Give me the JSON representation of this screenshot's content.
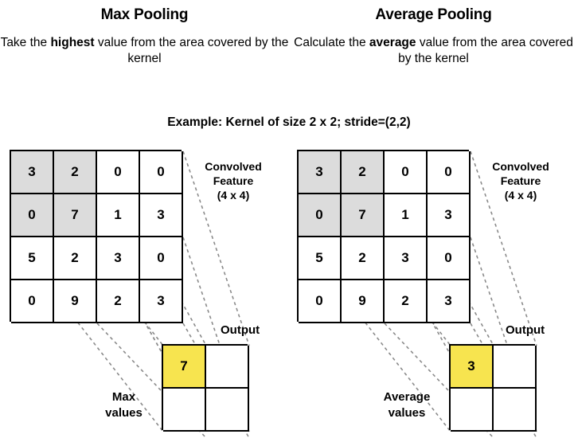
{
  "panels": [
    {
      "id": "max-pooling",
      "title": "Max Pooling",
      "desc_pre": "Take the ",
      "desc_bold": "highest",
      "desc_post": " value from the area covered by the kernel",
      "feature_label_line1": "Convolved",
      "feature_label_line2": "Feature",
      "feature_label_line3": "(4 x 4)",
      "output_label": "Output",
      "values_label_line1": "Max",
      "values_label_line2": "values",
      "feature_matrix": [
        [
          3,
          2,
          0,
          0
        ],
        [
          0,
          7,
          1,
          3
        ],
        [
          5,
          2,
          3,
          0
        ],
        [
          0,
          9,
          2,
          3
        ]
      ],
      "shaded_cells": [
        [
          0,
          0
        ],
        [
          0,
          1
        ],
        [
          1,
          0
        ],
        [
          1,
          1
        ]
      ],
      "output_matrix": [
        [
          "7",
          ""
        ],
        [
          "",
          ""
        ]
      ],
      "highlight_cells": [
        [
          0,
          0
        ]
      ]
    },
    {
      "id": "average-pooling",
      "title": "Average Pooling",
      "desc_pre": "Calculate the ",
      "desc_bold": "average",
      "desc_post": " value from the area covered by the kernel",
      "feature_label_line1": "Convolved",
      "feature_label_line2": "Feature",
      "feature_label_line3": "(4 x 4)",
      "output_label": "Output",
      "values_label_line1": "Average",
      "values_label_line2": "values",
      "feature_matrix": [
        [
          3,
          2,
          0,
          0
        ],
        [
          0,
          7,
          1,
          3
        ],
        [
          5,
          2,
          3,
          0
        ],
        [
          0,
          9,
          2,
          3
        ]
      ],
      "shaded_cells": [
        [
          0,
          0
        ],
        [
          0,
          1
        ],
        [
          1,
          0
        ],
        [
          1,
          1
        ]
      ],
      "output_matrix": [
        [
          "3",
          ""
        ],
        [
          "",
          ""
        ]
      ],
      "highlight_cells": [
        [
          0,
          0
        ]
      ]
    }
  ],
  "example": {
    "text": "Example:  Kernel of size 2 x 2;  stride=(2,2)"
  },
  "colors": {
    "highlight": "#f7e44f",
    "shade": "#dcdcdc",
    "border": "#000000",
    "background": "#ffffff",
    "dashed_line": "#8a8a8a"
  }
}
